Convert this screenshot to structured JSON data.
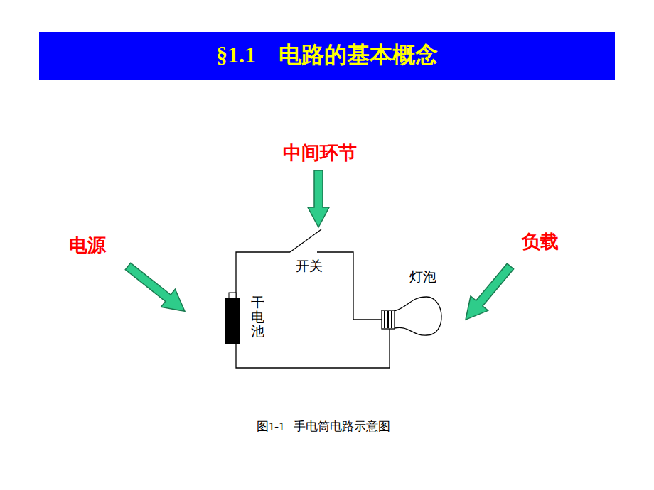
{
  "diagram": {
    "title": "§1.1    电路的基本概念",
    "caption": "图1-1   手电筒电路示意图",
    "labels": [
      "中间环节",
      "电源",
      "负载",
      "开关",
      "灯泡",
      "干电池"
    ]
  }
}
